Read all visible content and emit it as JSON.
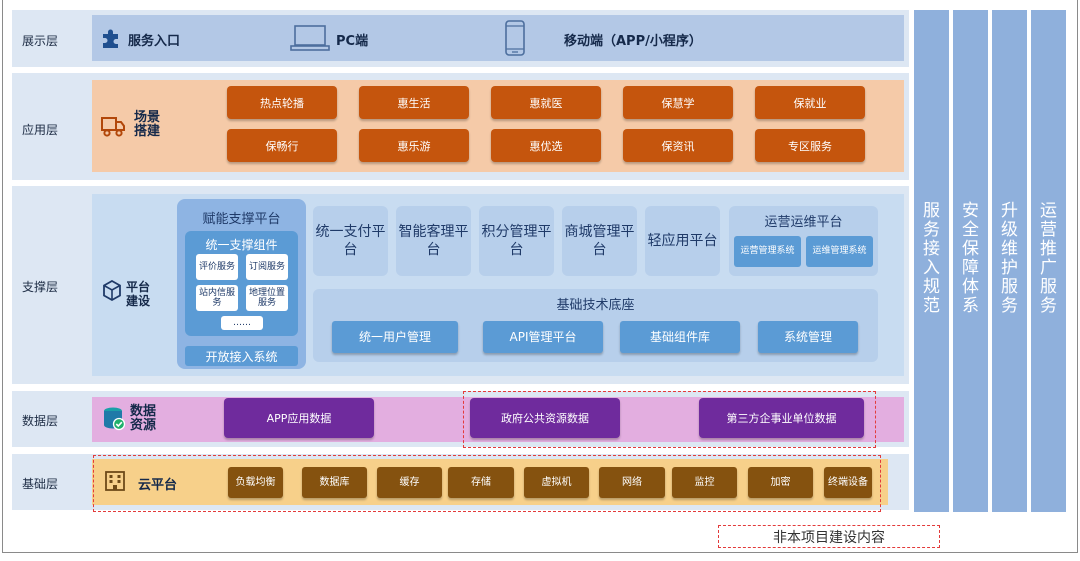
{
  "layers": {
    "presentation": {
      "name": "展示层",
      "service_entry": "服务入口",
      "pc": "PC端",
      "mobile": "移动端（APP/小程序）"
    },
    "application": {
      "name": "应用层",
      "title_line1": "场景",
      "title_line2": "搭建",
      "apps": [
        "热点轮播",
        "惠生活",
        "惠就医",
        "保慧学",
        "保就业",
        "保畅行",
        "惠乐游",
        "惠优选",
        "保资讯",
        "专区服务"
      ]
    },
    "support": {
      "name": "支撑层",
      "title_line1": "平台",
      "title_line2": "建设",
      "enabling_platform": "赋能支撑平台",
      "unified_components": "统一支撑组件",
      "components": [
        "评价服务",
        "订阅服务",
        "站内信服务",
        "地理位置服务"
      ],
      "more": "……",
      "open_access": "开放接入系统",
      "platforms": [
        "统一支付平台",
        "智能客理平台",
        "积分管理平台",
        "商城管理平台",
        "轻应用平台"
      ],
      "ops_platform": "运营运维平台",
      "ops_items": [
        "运营管理系统",
        "运维管理系统"
      ],
      "base_tech": "基础技术底座",
      "base_items": [
        "统一用户管理",
        "API管理平台",
        "基础组件库",
        "系统管理"
      ]
    },
    "data": {
      "name": "数据层",
      "title_line1": "数据",
      "title_line2": "资源",
      "items": [
        "APP应用数据",
        "政府公共资源数据",
        "第三方企事业单位数据"
      ]
    },
    "infrastructure": {
      "name": "基础层",
      "title": "云平台",
      "items": [
        "负载均衡",
        "数据库",
        "缓存",
        "存储",
        "虚拟机",
        "网络",
        "监控",
        "加密",
        "终端设备"
      ]
    }
  },
  "pillars": [
    "服务接入规范",
    "安全保障体系",
    "升级维护服务",
    "运营推广服务"
  ],
  "legend": "非本项目建设内容",
  "colors": {
    "layer_bg": "#dde7f3",
    "presentation_band": "#b3c8e6",
    "application_band": "#f5caa8",
    "application_button": "#c5550d",
    "support_band": "#c8dcf1",
    "support_tile": "#b7cfeb",
    "support_button": "#5b9bd5",
    "data_band": "#e3aee0",
    "data_button": "#6f2b9d",
    "infra_band": "#f7d08a",
    "infra_button": "#85520f",
    "pillar": "#8fb0dc",
    "dashed_border": "#e33b3b"
  },
  "icons": [
    "puzzle-icon",
    "laptop-icon",
    "mobile-icon",
    "truck-icon",
    "cube-icon",
    "database-check-icon",
    "building-icon"
  ]
}
